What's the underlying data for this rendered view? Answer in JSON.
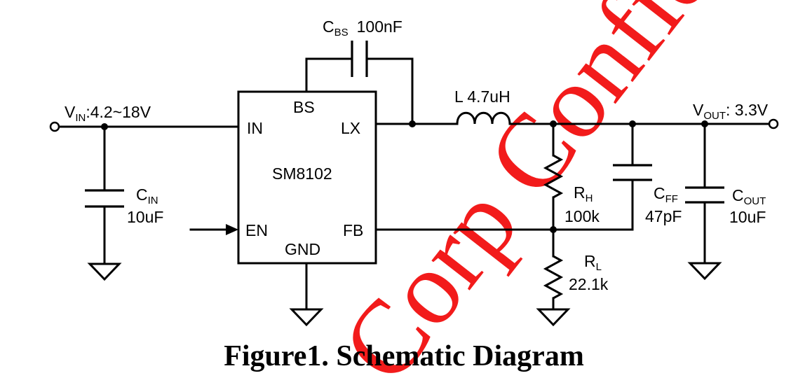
{
  "ic": {
    "name": "SM8102",
    "pins": {
      "bs": "BS",
      "in": "IN",
      "lx": "LX",
      "en": "EN",
      "fb": "FB",
      "gnd": "GND"
    }
  },
  "vin": {
    "main": "V",
    "sub": "IN",
    "value": ":4.2~18V"
  },
  "vout": {
    "main": "V",
    "sub": "OUT",
    "value": ": 3.3V"
  },
  "cbs": {
    "main": "C",
    "sub": "BS",
    "value": "100nF"
  },
  "inductor": {
    "label": "L 4.7uH"
  },
  "cin": {
    "main": "C",
    "sub": "IN",
    "value": "10uF"
  },
  "rh": {
    "main": "R",
    "sub": "H",
    "value": "100k"
  },
  "rl": {
    "main": "R",
    "sub": "L",
    "value": "22.1k"
  },
  "cff": {
    "main": "C",
    "sub": "FF",
    "value": "47pF"
  },
  "cout": {
    "main": "C",
    "sub": "OUT",
    "value": "10uF"
  },
  "caption": "Figure1. Schematic Diagram",
  "watermark": "Corp Confide",
  "colors": {
    "watermark": "#f21b1b",
    "ink": "#000000"
  }
}
